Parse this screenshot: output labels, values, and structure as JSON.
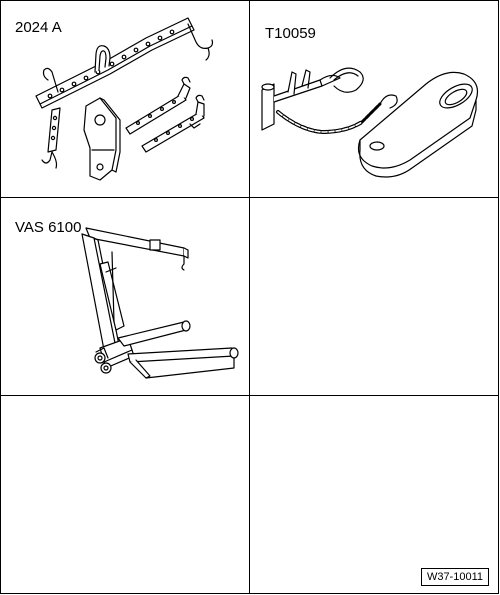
{
  "cells": [
    {
      "label": "2024 A",
      "tool": "engine-lifting-tackle"
    },
    {
      "label": "T10059",
      "tool": "adapter-with-pin"
    },
    {
      "label": "VAS 6100",
      "tool": "workshop-crane"
    },
    {
      "label": "",
      "tool": ""
    },
    {
      "label": "",
      "tool": ""
    },
    {
      "label": "",
      "tool": ""
    }
  ],
  "figure_ref": "W37-10011"
}
